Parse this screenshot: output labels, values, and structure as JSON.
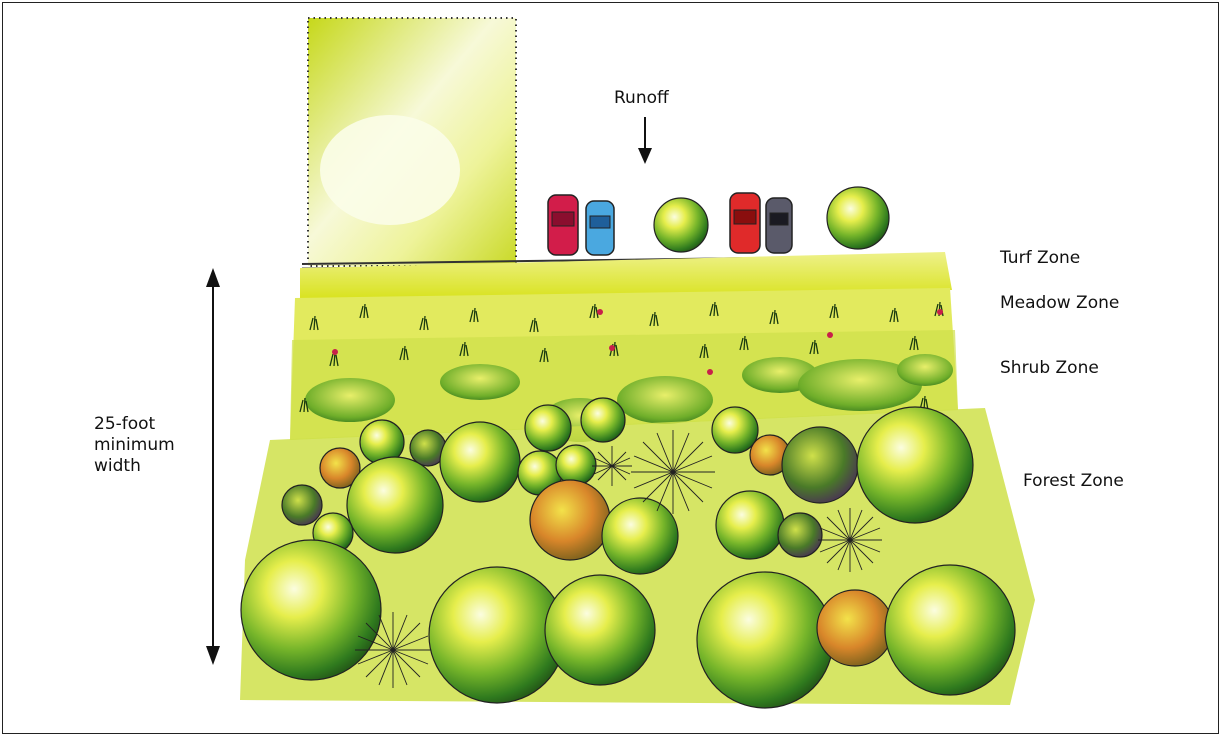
{
  "labels": {
    "runoff": "Runoff",
    "width": "25-foot\nminimum\nwidth",
    "turf_zone": "Turf Zone",
    "meadow_zone": "Meadow Zone",
    "shrub_zone": "Shrub Zone",
    "forest_zone": "Forest Zone"
  },
  "colors": {
    "yellow_green": "#d9e21a",
    "leaf_green": "#4f9a1e",
    "dark_green": "#1f5a1a",
    "car_red": "#d21d4a",
    "car_blue": "#4aa8e0",
    "outline": "#222222"
  }
}
